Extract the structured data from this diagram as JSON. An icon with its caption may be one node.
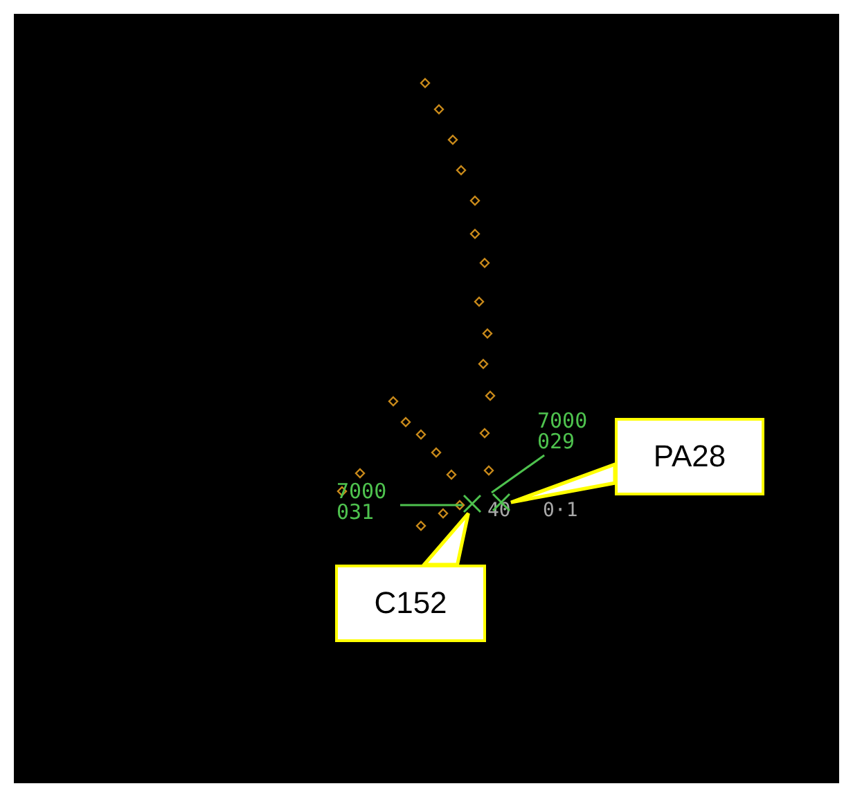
{
  "diagram": {
    "nodes": [
      {
        "text": [
          "PA28"
        ]
      },
      {
        "text": [
          "7000 029"
        ]
      },
      {
        "text": [],
        "shape": "cross"
      },
      {
        "text": [
          "7000 031"
        ]
      },
      {
        "text": [],
        "shape": "cross"
      },
      {
        "text": [
          "C152"
        ]
      }
    ],
    "edges": [
      {
        "from": 0,
        "to": 4,
        "arrow": "to",
        "color": "#ffff00"
      },
      {
        "from": 1,
        "to": 4,
        "arrow": "none",
        "color": "#4ec24e"
      },
      {
        "from": 3,
        "to": 2,
        "arrow": "none",
        "color": "#4ec24e"
      },
      {
        "from": 5,
        "to": 2,
        "arrow": "to",
        "color": "#ffff00"
      }
    ],
    "labels": [
      "40",
      "0·1"
    ]
  }
}
